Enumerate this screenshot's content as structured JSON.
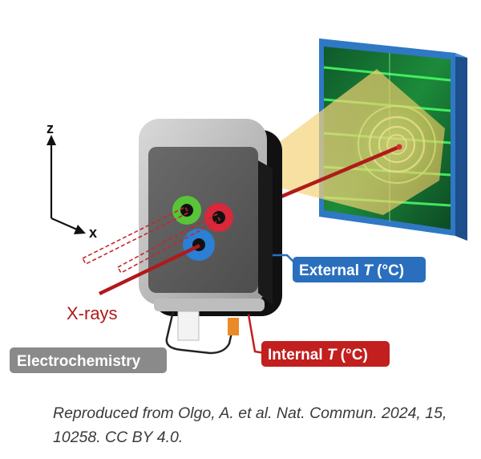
{
  "diagram": {
    "axis_z": "z",
    "axis_x": "x",
    "xrays_label": "X-rays",
    "electrochemistry_label": "Electrochemistry",
    "external_label_prefix": "External ",
    "external_label_var": "T",
    "external_label_suffix": " (°C)",
    "internal_label_prefix": "Internal ",
    "internal_label_var": "T",
    "internal_label_suffix": " (°C)"
  },
  "colors": {
    "external_box": "#2a6fbe",
    "internal_box": "#c21f1f",
    "electrochem_box": "#8a8a8a",
    "beam": "#b01a1a",
    "detector_blue": "#2f78c4",
    "detector_green": "#27c94a",
    "port_green": "#58c437",
    "port_red": "#d8283a",
    "port_blue": "#2b7fd4",
    "cone_fill": "#f2cf7a"
  },
  "caption": {
    "text": "Reproduced from Olgo, A. et al. Nat. Commun. 2024, 15, 10258. CC BY 4.0."
  }
}
